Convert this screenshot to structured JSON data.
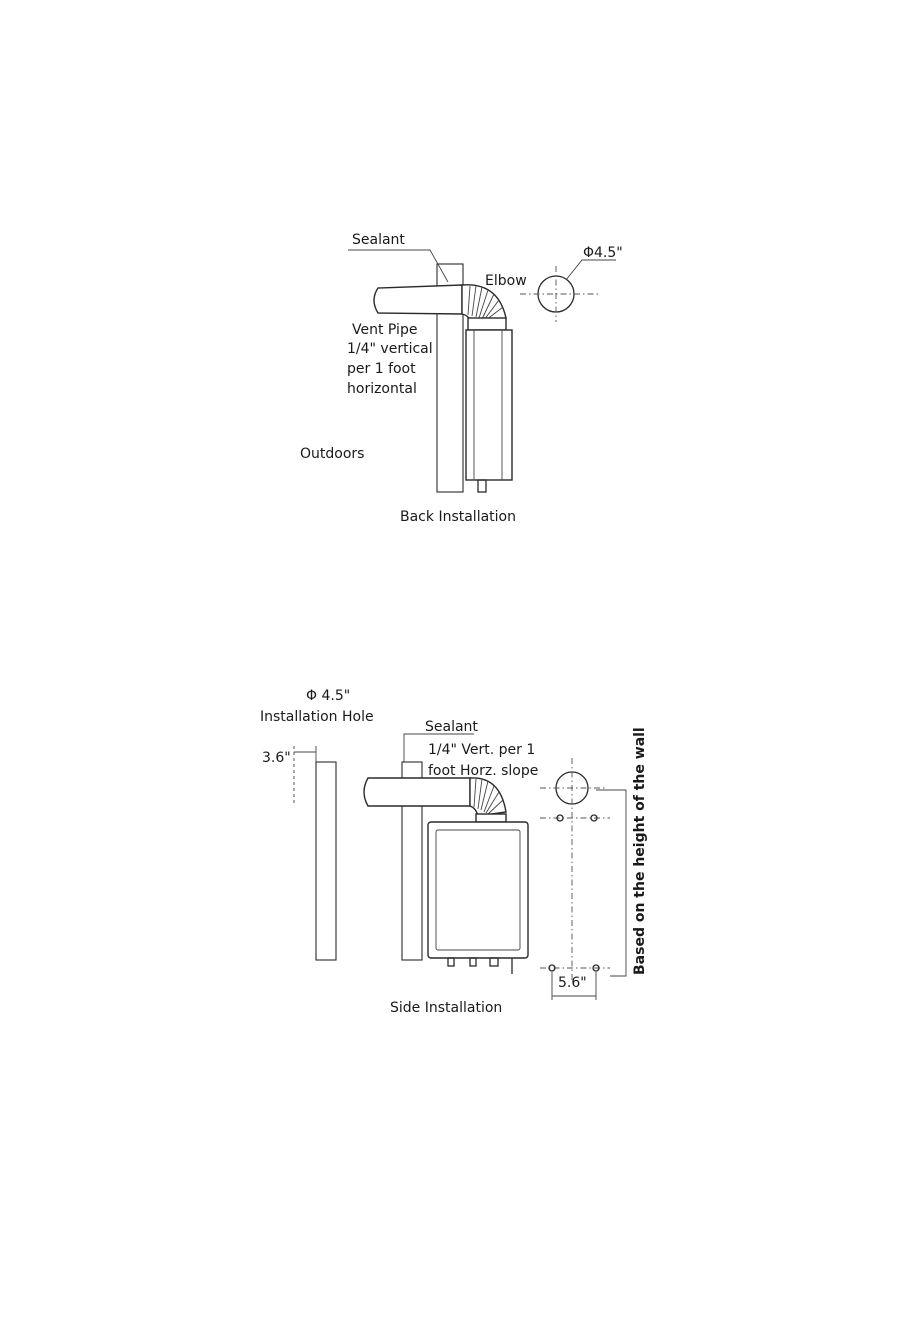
{
  "back_installation": {
    "caption": "Back Installation",
    "labels": {
      "sealant": "Sealant",
      "elbow": "Elbow",
      "diameter": "Φ4.5\"",
      "vent_pipe_line1": "Vent Pipe",
      "vent_pipe_line2": "1/4\" vertical",
      "vent_pipe_line3": "per 1 foot",
      "vent_pipe_line4": "horizontal",
      "outdoors": "Outdoors"
    }
  },
  "side_installation": {
    "caption": "Side Installation",
    "labels": {
      "hole_diameter": "Φ 4.5\"",
      "installation_hole": "Installation Hole",
      "sealant": "Sealant",
      "slope_line1": "1/4\" Vert. per 1",
      "slope_line2": "foot Horz. slope",
      "offset": "3.6\"",
      "spacing": "5.6\"",
      "wall_height_note": "Based on the height of the wall"
    }
  }
}
